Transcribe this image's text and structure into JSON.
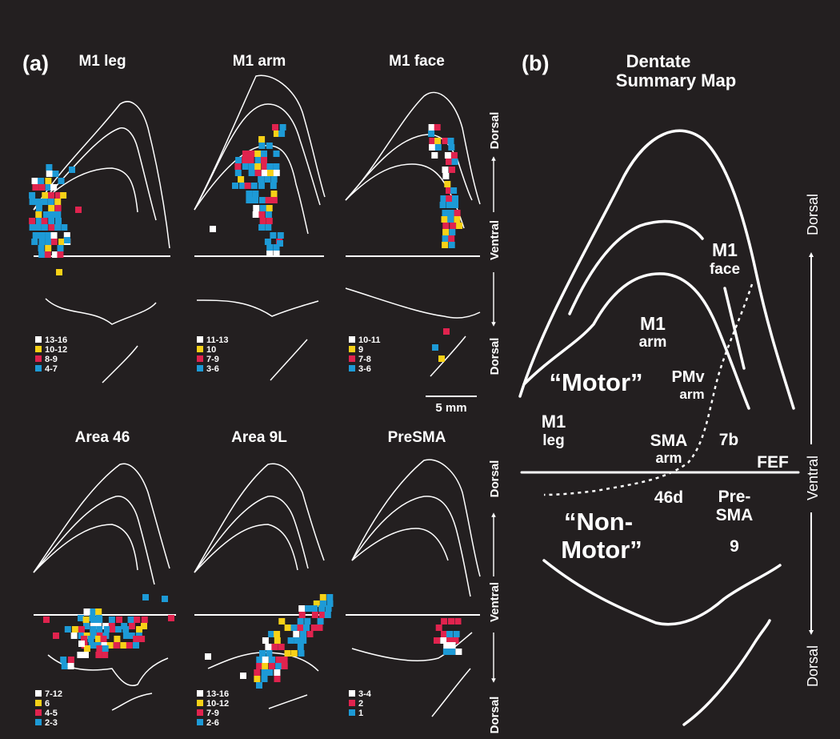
{
  "panel_a": {
    "tag": "(a)",
    "maps": [
      {
        "title": "M1 leg",
        "legend": [
          "13-16",
          "10-12",
          "8-9",
          "4-7"
        ]
      },
      {
        "title": "M1 arm",
        "legend": [
          "11-13",
          "10",
          "7-9",
          "3-6"
        ]
      },
      {
        "title": "M1 face",
        "legend": [
          "10-11",
          "9",
          "7-8",
          "3-6"
        ]
      },
      {
        "title": "Area 46",
        "legend": [
          "7-12",
          "6",
          "4-5",
          "2-3"
        ]
      },
      {
        "title": "Area 9L",
        "legend": [
          "13-16",
          "10-12",
          "7-9",
          "2-6"
        ]
      },
      {
        "title": "PreSMA",
        "legend": [
          "3-4",
          "2",
          "1"
        ]
      }
    ],
    "axis": {
      "dorsal": "Dorsal",
      "ventral": "Ventral"
    },
    "scale_bar": "5 mm",
    "colors": {
      "white": "#ffffff",
      "yellow": "#f7d117",
      "red": "#e0234e",
      "blue": "#1d9ad6"
    }
  },
  "panel_b": {
    "tag": "(b)",
    "title_line1": "Dentate",
    "title_line2": "Summary Map",
    "labels": {
      "m1_face_1": "M1",
      "m1_face_2": "face",
      "m1_arm_1": "M1",
      "m1_arm_2": "arm",
      "motor": "“Motor”",
      "pmv_1": "PMv",
      "pmv_2": "arm",
      "m1_leg_1": "M1",
      "m1_leg_2": "leg",
      "sma_1": "SMA",
      "sma_2": "arm",
      "b7": "7b",
      "fef": "FEF",
      "a46d": "46d",
      "presma_1": "Pre-",
      "presma_2": "SMA",
      "nonmotor_1": "“Non-",
      "nonmotor_2": "Motor”",
      "a9": "9"
    },
    "axis": {
      "dorsal": "Dorsal",
      "ventral": "Ventral"
    }
  }
}
